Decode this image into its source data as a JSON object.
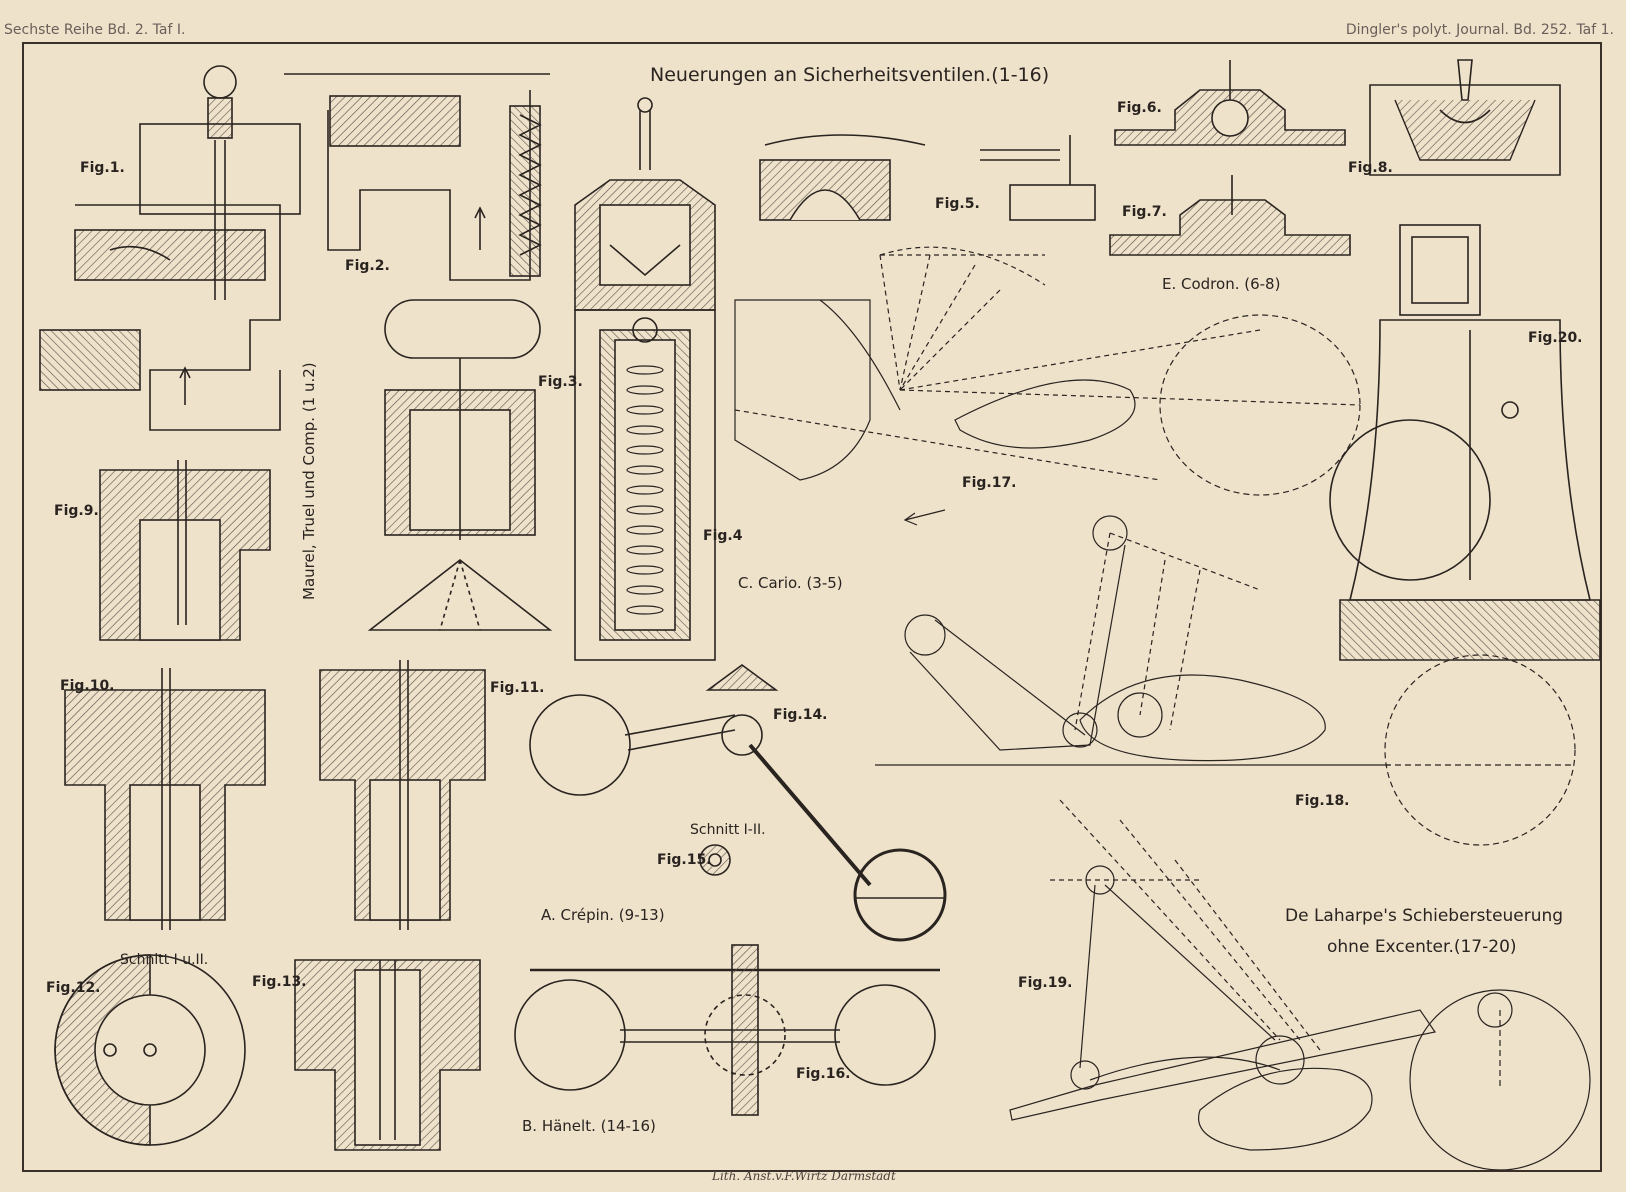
{
  "header": {
    "left": "Sechste Reihe Bd. 2. Taf I.",
    "right": "Dingler's polyt. Journal. Bd. 252. Taf 1."
  },
  "title": "Neuerungen an Sicherheitsventilen.(1-16)",
  "figures": {
    "fig1": "Fig.1.",
    "fig2": "Fig.2.",
    "fig3": "Fig.3.",
    "fig4": "Fig.4",
    "fig5": "Fig.5.",
    "fig6": "Fig.6.",
    "fig7": "Fig.7.",
    "fig8": "Fig.8.",
    "fig9": "Fig.9.",
    "fig10": "Fig.10.",
    "fig11": "Fig.11.",
    "fig12": "Fig.12.",
    "fig13": "Fig.13.",
    "fig14": "Fig.14.",
    "fig15": "Fig.15.",
    "fig16": "Fig.16.",
    "fig17": "Fig.17.",
    "fig18": "Fig.18.",
    "fig19": "Fig.19.",
    "fig20": "Fig.20."
  },
  "sections": {
    "schnitt_1": "Schnitt I u.II.",
    "schnitt_2": "Schnitt I-II."
  },
  "authors": {
    "maurel": "Maurel, Truel und Comp. (1 u.2)",
    "cario": "C. Cario. (3-5)",
    "codron": "E. Codron. (6-8)",
    "crepin": "A. Crépin. (9-13)",
    "haenelt": "B. Hänelt. (14-16)",
    "laharpe_1": "De Laharpe's Schiebersteuerung",
    "laharpe_2": "ohne Excenter.(17-20)"
  },
  "footer": "Lith. Anst.v.F.Wirtz Darmstadt",
  "colors": {
    "paper": "#efe2cb",
    "ink": "#2a2420",
    "hatch": "#5a4e46"
  }
}
